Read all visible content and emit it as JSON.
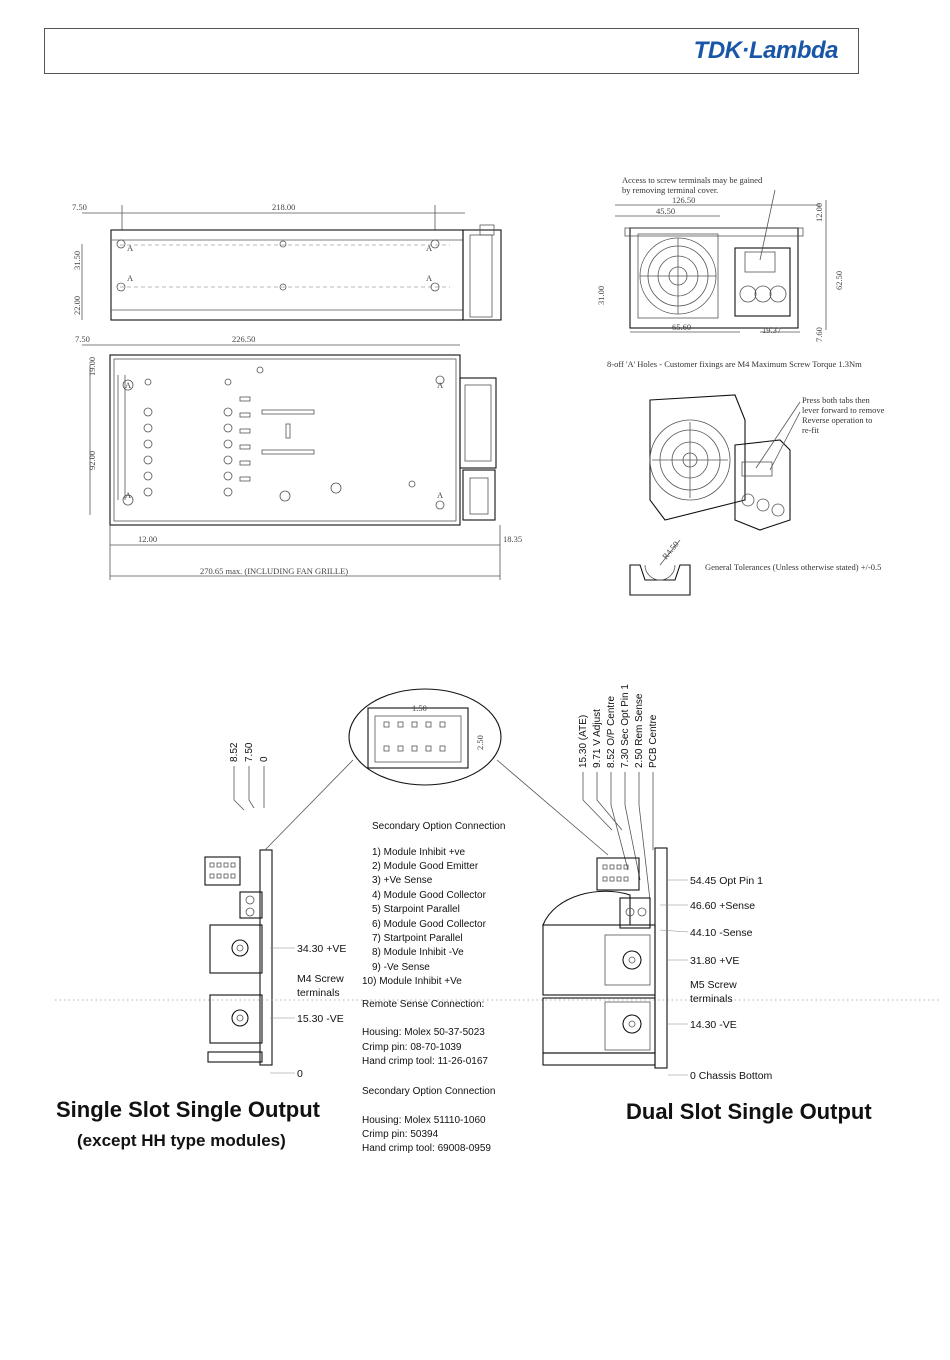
{
  "header": {
    "logo_text": "TDK·Lambda",
    "logo_color": "#1a56a8"
  },
  "top_view_dims": {
    "d1": "7.50",
    "d2": "218.00",
    "d3": "31.50",
    "d4": "22.00",
    "hole": "A"
  },
  "side_view_dims": {
    "d1": "7.50",
    "d2": "226.50",
    "d3": "19.00",
    "d4": "92.00",
    "d5": "12.00",
    "d6": "18.35",
    "d7": "270.65 max. (INCLUDING FAN GRILLE)"
  },
  "front_view": {
    "note": "Access to screw terminals may be gained",
    "note2": "by removing terminal cover.",
    "d1": "126.50",
    "d2": "45.50",
    "d3": "12.00",
    "d4": "31.00",
    "d5": "62.50",
    "d6": "65.60",
    "d7": "19.37",
    "d8": "7.60",
    "holes_note": "8-off 'A' Holes - Customer fixings are M4 Maximum Screw Torque 1.3Nm"
  },
  "iso_view": {
    "note1": "Press both tabs then",
    "note2": "lever forward to remove",
    "note3": "Reverse operation to",
    "note4": "re-fit",
    "radius": "R4.50",
    "tolerance": "General Tolerances (Unless otherwise stated) +/-0.5"
  },
  "single_slot": {
    "dims": [
      "8.52",
      "7.50",
      "0"
    ],
    "v1": "34.30 +VE",
    "screw1": "M4 Screw",
    "screw2": "terminals",
    "v2": "15.30 -VE",
    "zero": "0",
    "title": "Single Slot Single Output",
    "subtitle": "(except HH type modules)"
  },
  "connector": {
    "d1": "1.50",
    "d2": "2.50"
  },
  "center_text": {
    "sec_title": "Secondary Option Connection",
    "pins": [
      "1) Module Inhibit +ve",
      "2) Module Good Emitter",
      "3) +Ve Sense",
      "4) Module Good Collector",
      "5) Starpoint Parallel",
      "6) Module Good Collector",
      "7) Startpoint Parallel",
      "8) Module Inhibit -Ve",
      "9) -Ve Sense",
      "10) Module Inhibit +Ve"
    ],
    "remote_title": "Remote Sense Connection:",
    "remote_housing": "Housing: Molex 50-37-5023",
    "remote_pin": "Crimp pin: 08-70-1039",
    "remote_tool": "Hand crimp tool: 11-26-0167",
    "sec_title2": "Secondary Option Connection",
    "sec_housing": "Housing: Molex 51110-1060",
    "sec_pin": "Crimp pin: 50394",
    "sec_tool": "Hand crimp tool: 69008-0959"
  },
  "dual_slot": {
    "vertical_labels": [
      "15.30 (ATE)",
      "9.71 V Adjust",
      "8.52 O/P Centre",
      "7.30 Sec Opt Pin 1",
      "2.50 Rem Sense",
      "PCB Centre"
    ],
    "opt_pin": "54.45 Opt Pin 1",
    "sense_pos": "46.60 +Sense",
    "sense_neg": "44.10 -Sense",
    "ve_pos": "31.80 +VE",
    "screw1": "M5 Screw",
    "screw2": "terminals",
    "ve_neg": "14.30 -VE",
    "chassis": "0 Chassis Bottom",
    "title": "Dual Slot Single Output"
  }
}
